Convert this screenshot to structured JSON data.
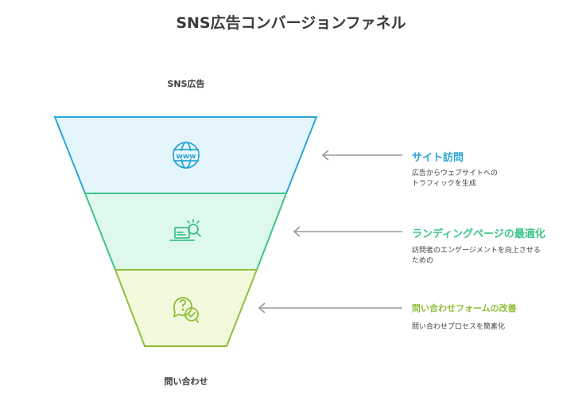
{
  "title": "SNS広告コンバージョンファネル",
  "top_label": "SNS広告",
  "bottom_label": "問い合わせ",
  "stages": [
    {
      "title": "サイト訪問",
      "desc_line1": "広告からウェブサイトへの",
      "desc_line2": "トラフィックを生成",
      "icon": "www-globe-icon",
      "color": "#2aa6d4",
      "fill": "#e4f6fc"
    },
    {
      "title": "ランディングページの最適化",
      "desc_line1": "訪問者のエンゲージメントを向上させる",
      "desc_line2": "ための",
      "icon": "laptop-search-icon",
      "color": "#3cc489",
      "fill": "#dff8ec"
    },
    {
      "title": "問い合わせフォームの改善",
      "desc_line1": "問い合わせプロセスを簡素化",
      "desc_line2": "",
      "icon": "chat-bubbles-icon",
      "color": "#8fbf3a",
      "fill": "#f1fadc"
    }
  ]
}
